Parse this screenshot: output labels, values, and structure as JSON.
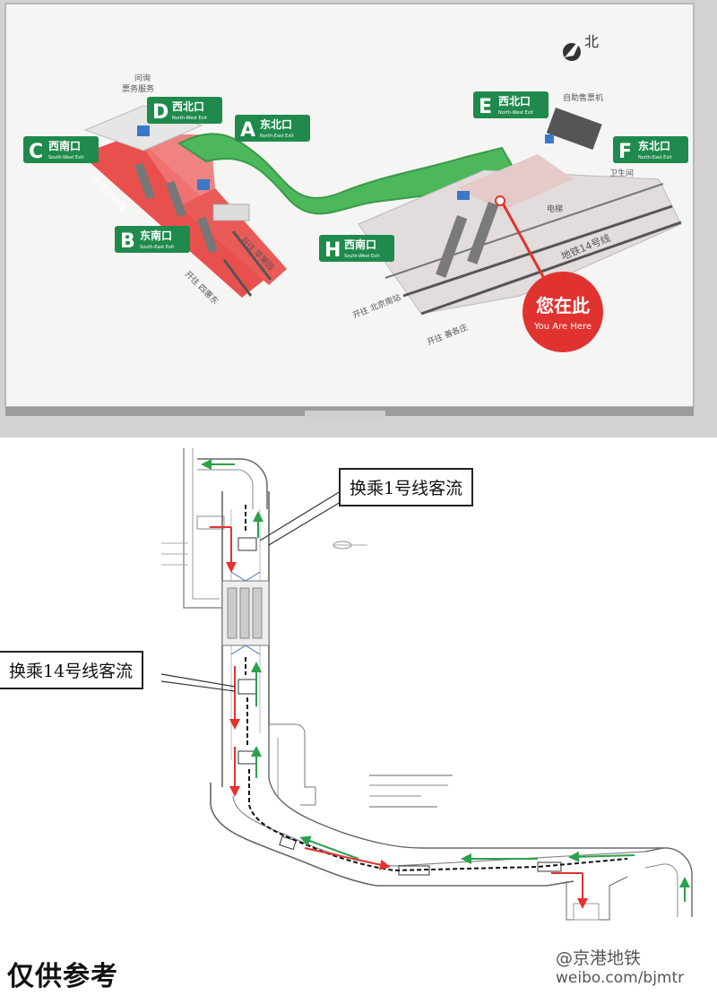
{
  "map": {
    "north_label": "北",
    "exits": [
      {
        "letter": "A",
        "name": "东北口",
        "sub": "North-East Exit"
      },
      {
        "letter": "B",
        "name": "东南口",
        "sub": "South-East Exit"
      },
      {
        "letter": "C",
        "name": "西南口",
        "sub": "South-West Exit"
      },
      {
        "letter": "D",
        "name": "西北口",
        "sub": "North-West Exit"
      },
      {
        "letter": "E",
        "name": "西北口",
        "sub": "North-West Exit"
      },
      {
        "letter": "F",
        "name": "东北口",
        "sub": "North-East Exit"
      },
      {
        "letter": "H",
        "name": "西南口",
        "sub": "South-West Exit"
      }
    ],
    "service_labels": [
      "问询",
      "票务服务",
      "自助售票机",
      "卫生间",
      "电梯"
    ],
    "line_labels": [
      "地铁1号线",
      "地铁14号线"
    ],
    "direction_labels": [
      "开往 四惠东",
      "开往 苹果园",
      "开往 北京南站",
      "开往 善各庄"
    ],
    "you_are_here": {
      "cn": "您在此",
      "en": "You Are Here"
    }
  },
  "plan": {
    "callouts": [
      "换乘1号线客流",
      "换乘14号线客流"
    ]
  },
  "footer": {
    "note": "仅供参考",
    "watermark": "@京港地铁",
    "watermark_url": "weibo.com/bjmtr"
  }
}
